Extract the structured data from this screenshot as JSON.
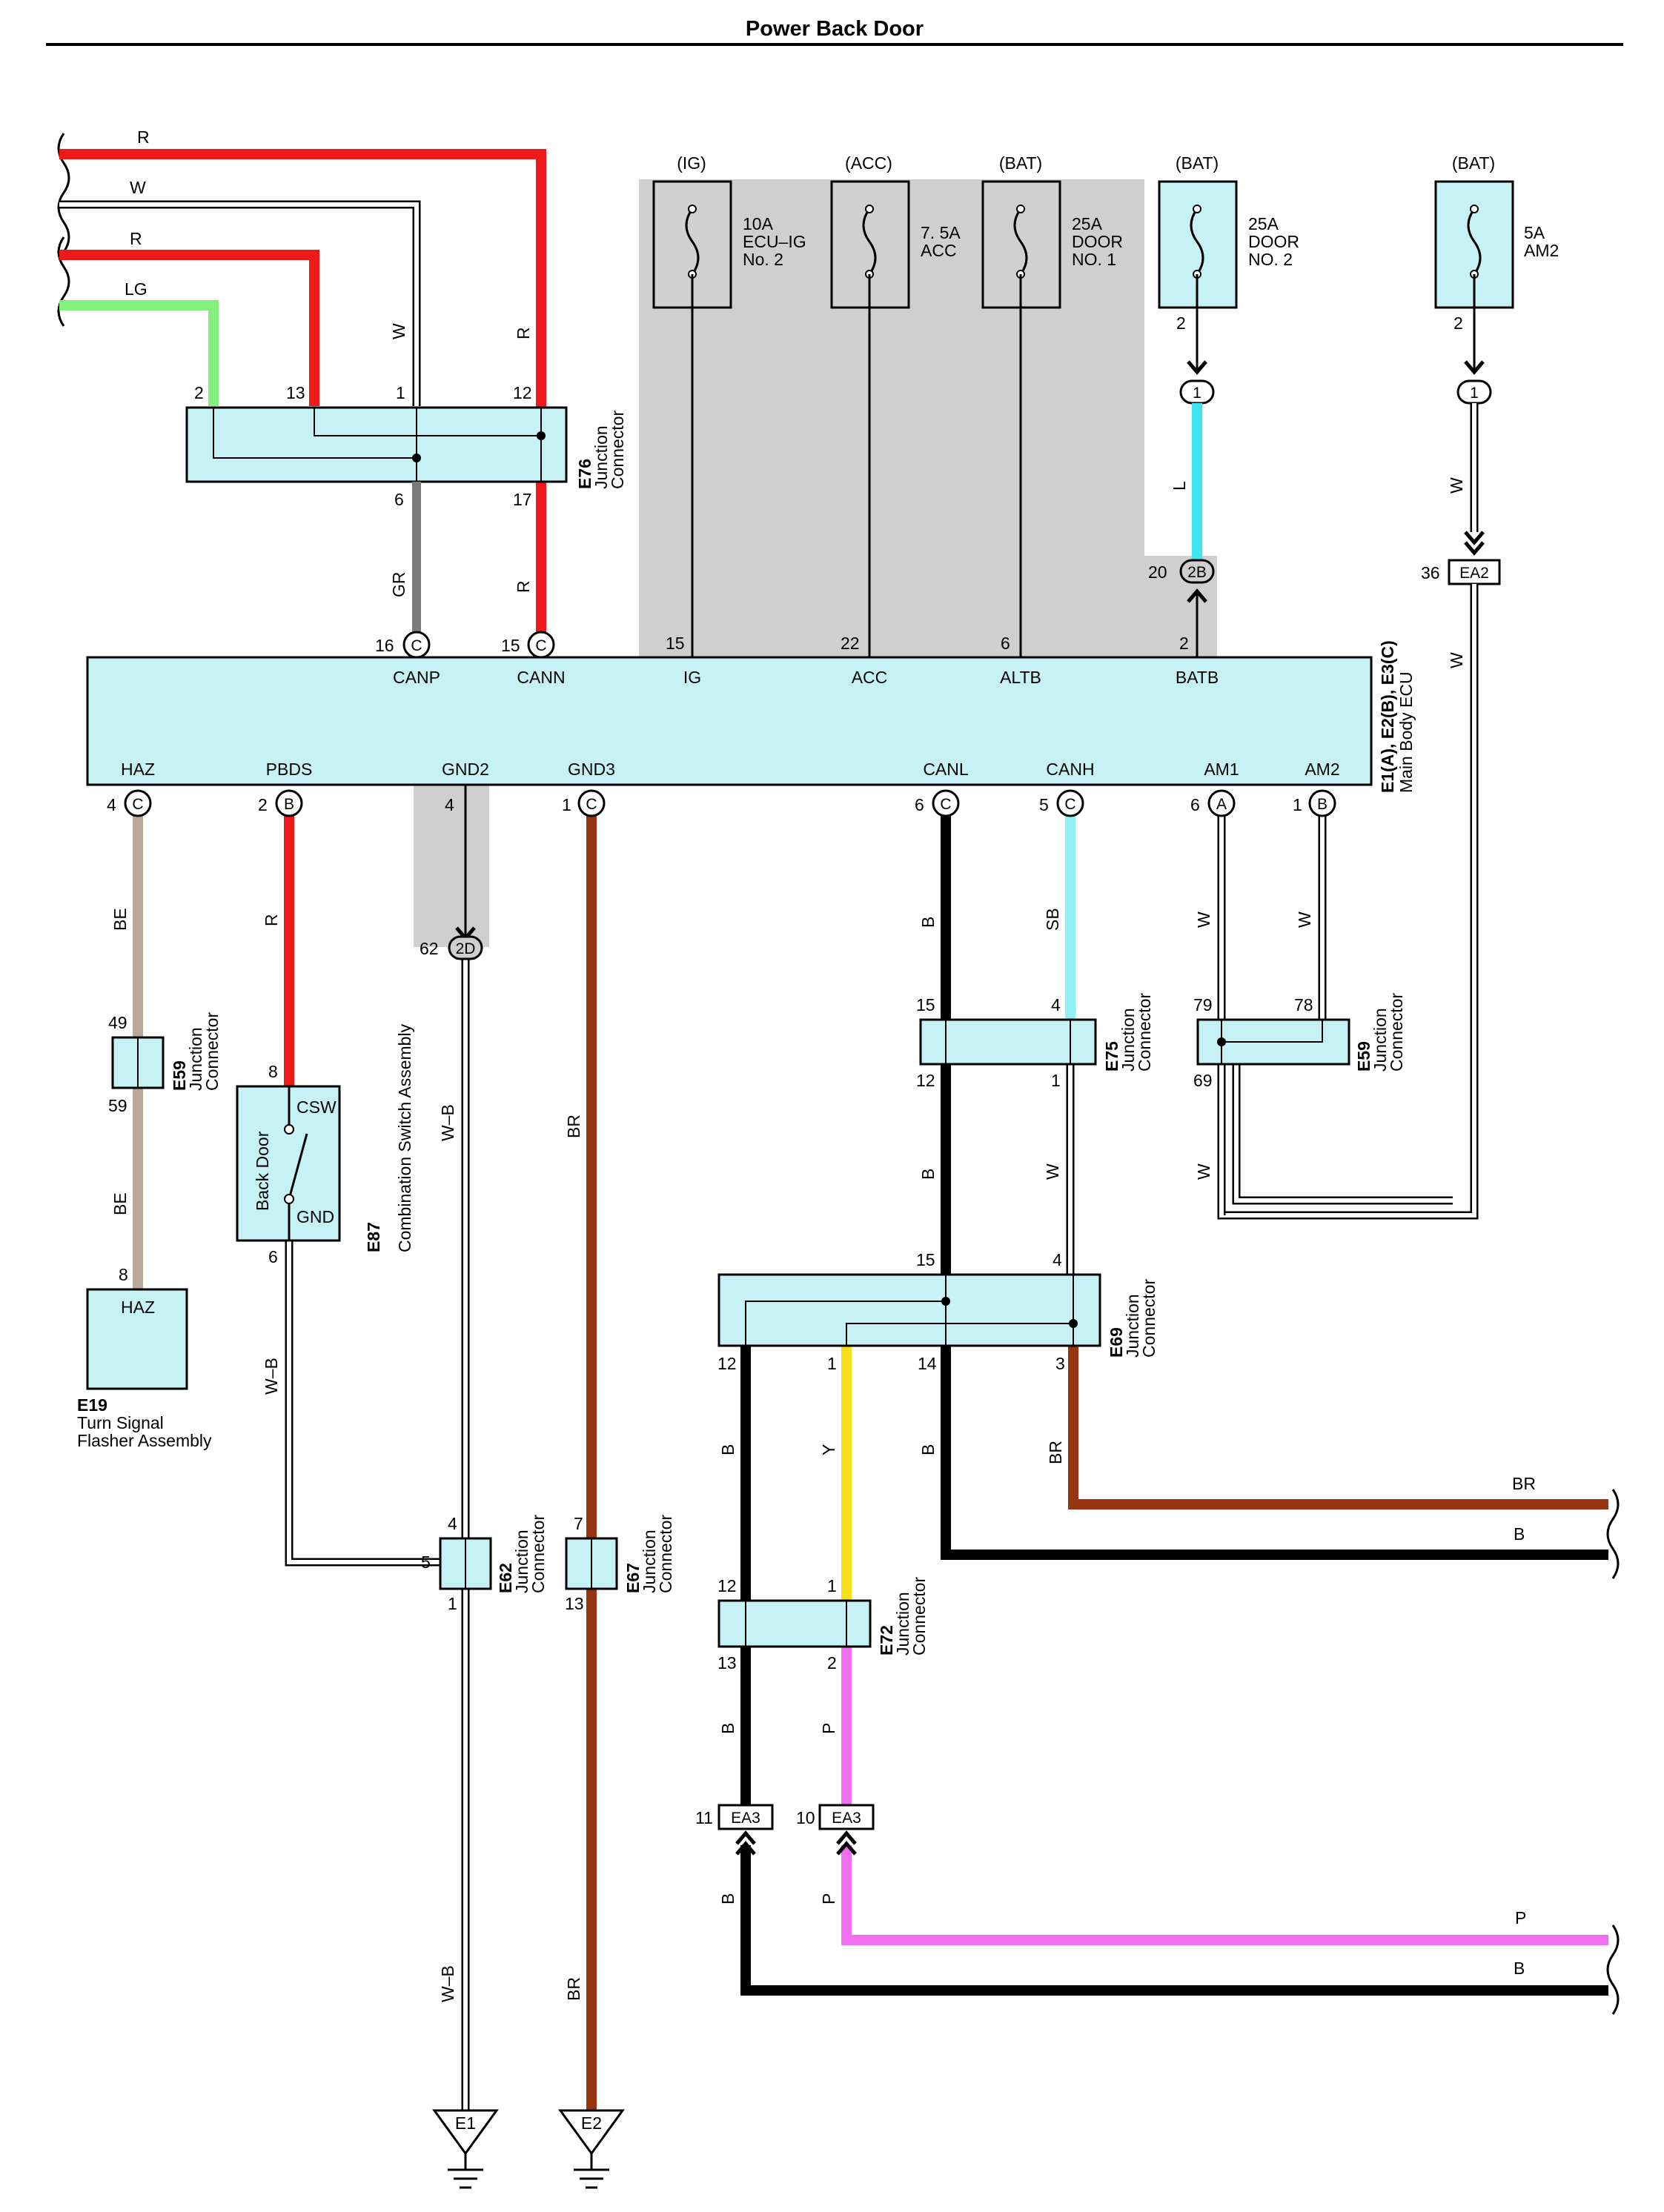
{
  "title": "Power Back Door",
  "colors": {
    "red": "#ee1a1a",
    "lightgreen": "#84ef7c",
    "gray": "#7a7a7a",
    "cyan": "#3ee4ef",
    "lightcyan": "#8ff1f3",
    "tan": "#b8a898",
    "brown": "#96350f",
    "black": "#000000",
    "yellow": "#f7e01a",
    "pink": "#f06ef0",
    "box": "#c6f2f5",
    "shade": "#cfcfcf",
    "fuse": "#d0d0d0"
  },
  "wires": {
    "r1": "R",
    "w": "W",
    "r2": "R",
    "lg": "LG",
    "w_v": "W",
    "r_v": "R",
    "gr": "GR",
    "r_v2": "R",
    "l": "L",
    "w_am2a": "W",
    "w_am2b": "W",
    "be1": "BE",
    "r_pbds": "R",
    "be2": "BE",
    "wb1": "W–B",
    "wb2": "W–B",
    "wb3": "W–B",
    "br1": "BR",
    "br2": "BR",
    "b_canl": "B",
    "sb": "SB",
    "w_am1": "W",
    "w_am2": "W",
    "b_e75": "B",
    "w_e75": "W",
    "w_e59": "W",
    "b_e69a": "B",
    "y": "Y",
    "b_e69b": "B",
    "br_e69": "BR",
    "br_out": "BR",
    "b_out1": "B",
    "b_e72": "B",
    "p_e72": "P",
    "b_ea3": "B",
    "p_ea3": "P",
    "p_out": "P",
    "b_out2": "B"
  },
  "fuses": {
    "f1": {
      "source": "(IG)",
      "l1": "10A",
      "l2": "ECU–IG",
      "l3": "No. 2"
    },
    "f2": {
      "source": "(ACC)",
      "l1": "7. 5A",
      "l2": "ACC"
    },
    "f3": {
      "source": "(BAT)",
      "l1": "25A",
      "l2": "DOOR",
      "l3": "NO. 1"
    },
    "f4": {
      "source": "(BAT)",
      "l1": "25A",
      "l2": "DOOR",
      "l3": "NO. 2",
      "pin": "2",
      "conn": "1"
    },
    "f5": {
      "source": "(BAT)",
      "l1": "5A",
      "l2": "AM2",
      "pin": "2",
      "conn": "1"
    }
  },
  "e76": {
    "code": "E76",
    "name1": "Junction",
    "name2": "Connector",
    "p2": "2",
    "p13": "13",
    "p1": "1",
    "p12": "12",
    "p6": "6",
    "p17": "17"
  },
  "ecu": {
    "code": "E1(A), E2(B), E3(C)",
    "name": "Main Body ECU",
    "top": {
      "canp": "CANP",
      "cann": "CANN",
      "ig": "IG",
      "acc": "ACC",
      "altb": "ALTB",
      "batb": "BATB",
      "p16": "16",
      "p15a": "15",
      "p15": "15",
      "p22": "22",
      "p6": "6",
      "p2": "2",
      "c1": "C",
      "c2": "C"
    },
    "bottom": {
      "haz": "HAZ",
      "pbds": "PBDS",
      "gnd2": "GND2",
      "gnd3": "GND3",
      "canl": "CANL",
      "canh": "CANH",
      "am1": "AM1",
      "am2": "AM2",
      "p4a": "4",
      "p2": "2",
      "p4b": "4",
      "p1": "1",
      "p6a": "6",
      "p5": "5",
      "p6b": "6",
      "p1b": "1",
      "ca": "C",
      "cb": "B",
      "cc": "C",
      "cd": "C",
      "ce": "C",
      "cf": "A",
      "cg": "B"
    }
  },
  "conn2b": {
    "label": "2B",
    "pin": "20"
  },
  "ea2": {
    "label": "EA2",
    "pin": "36"
  },
  "conn2d": {
    "label": "2D",
    "pin": "62"
  },
  "e59a": {
    "code": "E59",
    "name1": "Junction",
    "name2": "Connector",
    "p49": "49",
    "p59": "59"
  },
  "e87": {
    "code": "E87",
    "name": "Combination Switch Assembly",
    "csw": "CSW",
    "gnd": "GND",
    "bd": "Back Door",
    "p8": "8",
    "p6": "6"
  },
  "e19": {
    "code": "E19",
    "name1": "Turn Signal",
    "name2": "Flasher Assembly",
    "haz": "HAZ",
    "p8": "8"
  },
  "e75": {
    "code": "E75",
    "name1": "Junction",
    "name2": "Connector",
    "p15": "15",
    "p4": "4",
    "p12": "12",
    "p1": "1"
  },
  "e59b": {
    "code": "E59",
    "name1": "Junction",
    "name2": "Connector",
    "p79": "79",
    "p78": "78",
    "p69": "69"
  },
  "e69": {
    "code": "E69",
    "name1": "Junction",
    "name2": "Connector",
    "p15": "15",
    "p4": "4",
    "p12": "12",
    "p1": "1",
    "p14": "14",
    "p3": "3"
  },
  "e62": {
    "code": "E62",
    "name1": "Junction",
    "name2": "Connector",
    "p4": "4",
    "p5": "5",
    "p1": "1"
  },
  "e67": {
    "code": "E67",
    "name1": "Junction",
    "name2": "Connector",
    "p7": "7",
    "p13": "13"
  },
  "e72": {
    "code": "E72",
    "name1": "Junction",
    "name2": "Connector",
    "p12": "12",
    "p1": "1",
    "p13": "13",
    "p2": "2"
  },
  "ea3a": {
    "label": "EA3",
    "pin": "11"
  },
  "ea3b": {
    "label": "EA3",
    "pin": "10"
  },
  "ground": {
    "e1": "E1",
    "e2": "E2"
  }
}
